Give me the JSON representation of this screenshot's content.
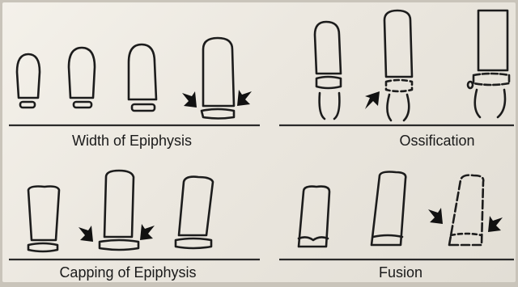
{
  "panels": [
    {
      "caption": "Width of Epiphysis"
    },
    {
      "caption": "Ossification"
    },
    {
      "caption": "Capping of Epiphysis"
    },
    {
      "caption": "Fusion"
    }
  ],
  "colors": {
    "ink": "#1c1c1c",
    "paper": "#eeeae2"
  },
  "icons": [
    "arrow-icon"
  ]
}
